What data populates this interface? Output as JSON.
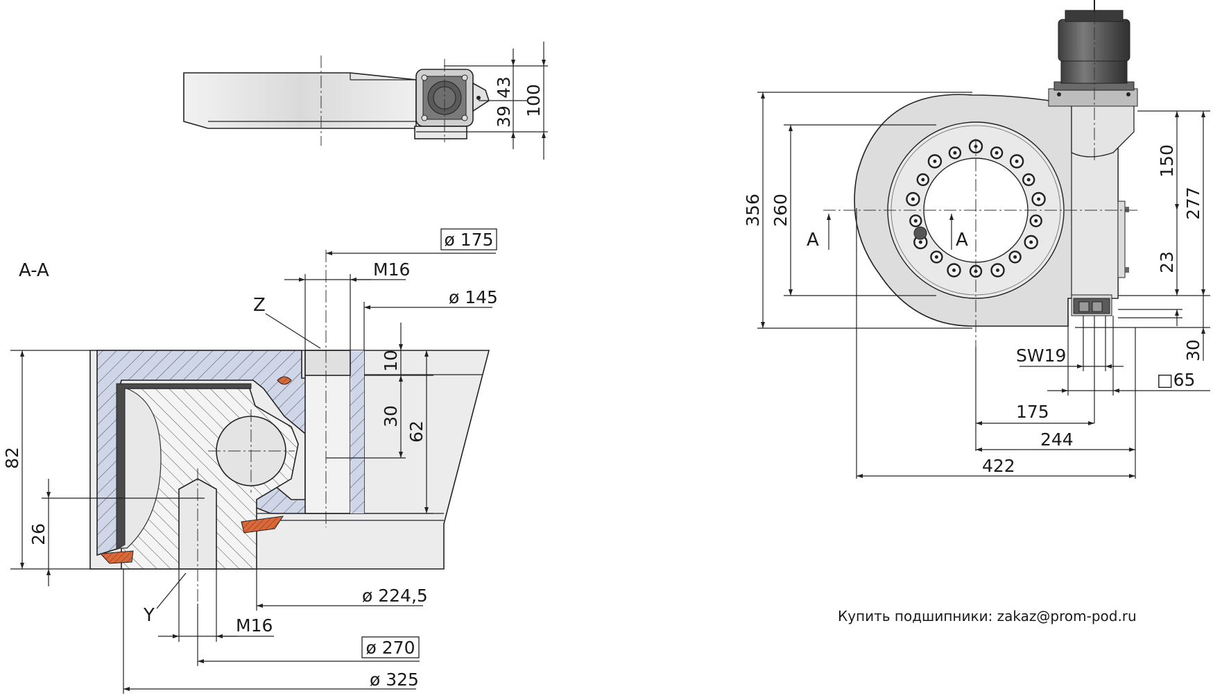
{
  "top_view": {
    "dims": [
      "43",
      "39",
      "100"
    ]
  },
  "section_view": {
    "title": "A-A",
    "markers": [
      "Z",
      "Y"
    ],
    "dims": {
      "d175": "ø 175",
      "m16_top": "M16",
      "d145": "ø 145",
      "h10": "10",
      "h30": "30",
      "h62": "62",
      "h82": "82",
      "h26": "26",
      "d224": "ø 224,5",
      "m16_bottom": "M16",
      "d270": "ø 270",
      "d325": "ø 325"
    }
  },
  "front_view": {
    "section_marks": [
      "A",
      "A"
    ],
    "dims": {
      "h356": "356",
      "h260": "260",
      "h150": "150",
      "h277": "277",
      "h23": "23",
      "h30": "30",
      "sw19": "SW19",
      "sq65": "□65",
      "w175": "175",
      "w244": "244",
      "w422": "422"
    }
  },
  "note": "Купить подшипники: zakaz@prom-pod.ru",
  "colors": {
    "steel_blue": "#cfd6e8",
    "housing_grey": "#dedede",
    "seal_orange": "#d9693a",
    "motor_dark": "#5a5a5a"
  }
}
